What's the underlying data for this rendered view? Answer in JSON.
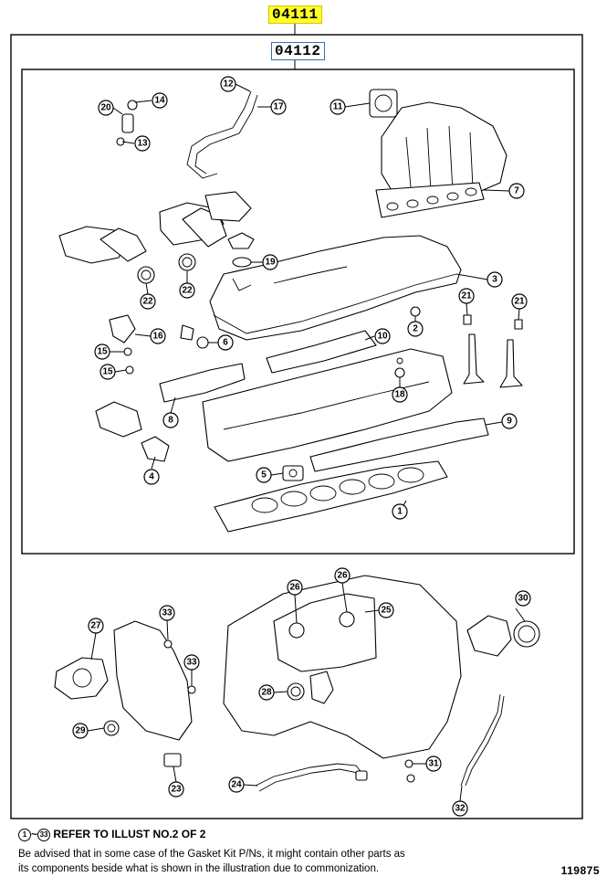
{
  "kit_labels": {
    "outer": "04111",
    "inner": "04112"
  },
  "colors": {
    "outer_highlight": "#ffff2a",
    "inner_border": "#3a6fb0"
  },
  "callouts": [
    {
      "id": "c1",
      "number": "1"
    },
    {
      "id": "c2",
      "number": "2"
    },
    {
      "id": "c3",
      "number": "3"
    },
    {
      "id": "c4",
      "number": "4"
    },
    {
      "id": "c5",
      "number": "5"
    },
    {
      "id": "c6",
      "number": "6"
    },
    {
      "id": "c7",
      "number": "7"
    },
    {
      "id": "c8",
      "number": "8"
    },
    {
      "id": "c9",
      "number": "9"
    },
    {
      "id": "c10",
      "number": "10"
    },
    {
      "id": "c11",
      "number": "11"
    },
    {
      "id": "c12",
      "number": "12"
    },
    {
      "id": "c13",
      "number": "13"
    },
    {
      "id": "c14",
      "number": "14"
    },
    {
      "id": "c15a",
      "number": "15"
    },
    {
      "id": "c15b",
      "number": "15"
    },
    {
      "id": "c16",
      "number": "16"
    },
    {
      "id": "c17",
      "number": "17"
    },
    {
      "id": "c18",
      "number": "18"
    },
    {
      "id": "c19",
      "number": "19"
    },
    {
      "id": "c20",
      "number": "20"
    },
    {
      "id": "c21a",
      "number": "21"
    },
    {
      "id": "c21b",
      "number": "21"
    },
    {
      "id": "c22a",
      "number": "22"
    },
    {
      "id": "c22b",
      "number": "22"
    },
    {
      "id": "c23",
      "number": "23"
    },
    {
      "id": "c24",
      "number": "24"
    },
    {
      "id": "c25",
      "number": "25"
    },
    {
      "id": "c26a",
      "number": "26"
    },
    {
      "id": "c26b",
      "number": "26"
    },
    {
      "id": "c27",
      "number": "27"
    },
    {
      "id": "c28",
      "number": "28"
    },
    {
      "id": "c29",
      "number": "29"
    },
    {
      "id": "c30",
      "number": "30"
    },
    {
      "id": "c31",
      "number": "31"
    },
    {
      "id": "c32",
      "number": "32"
    },
    {
      "id": "c33a",
      "number": "33"
    },
    {
      "id": "c33b",
      "number": "33"
    }
  ],
  "footer": {
    "ref_from": "1",
    "ref_tilde": "~",
    "ref_to": "33",
    "ref_text": " REFER TO ILLUST NO.2 OF 2",
    "note_line1": "Be advised that in some case of the Gasket Kit P/Ns,  it might contain other parts as",
    "note_line2": "its components beside what is shown in the illustration due to commonization.",
    "illustration_number": "119875"
  }
}
